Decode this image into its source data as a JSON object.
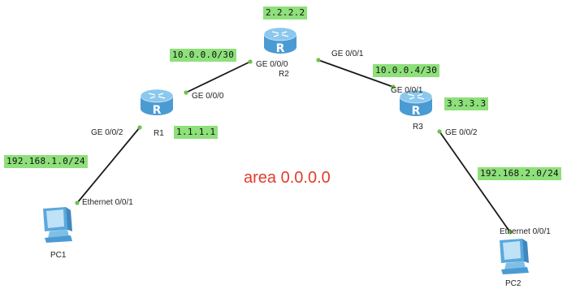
{
  "colors": {
    "link": "#1a1a1a",
    "port_dot": "#6cc24a",
    "tag_bg": "#8ee07a",
    "area_text": "#e23c2c",
    "device_body": "#5aa8dc"
  },
  "devices": {
    "r1": {
      "name": "R1",
      "router_id": "1.1.1.1",
      "icon": "router-icon"
    },
    "r2": {
      "name": "R2",
      "router_id": "2.2.2.2",
      "icon": "router-icon"
    },
    "r3": {
      "name": "R3",
      "router_id": "3.3.3.3",
      "icon": "router-icon"
    },
    "pc1": {
      "name": "PC1",
      "icon": "pc-icon"
    },
    "pc2": {
      "name": "PC2",
      "icon": "pc-icon"
    }
  },
  "ports": {
    "r1_ge000": "GE 0/0/0",
    "r1_ge002": "GE 0/0/2",
    "r2_ge000": "GE 0/0/0",
    "r2_ge001": "GE 0/0/1",
    "r3_ge001": "GE 0/0/1",
    "r3_ge002": "GE 0/0/2",
    "pc1_eth": "Ethernet 0/0/1",
    "pc2_eth": "Ethernet 0/0/1"
  },
  "networks": {
    "r1_r2": "10.0.0.0/30",
    "r2_r3": "10.0.0.4/30",
    "pc1_lan": "192.168.1.0/24",
    "pc2_lan": "192.168.2.0/24"
  },
  "area_label": "area 0.0.0.0"
}
